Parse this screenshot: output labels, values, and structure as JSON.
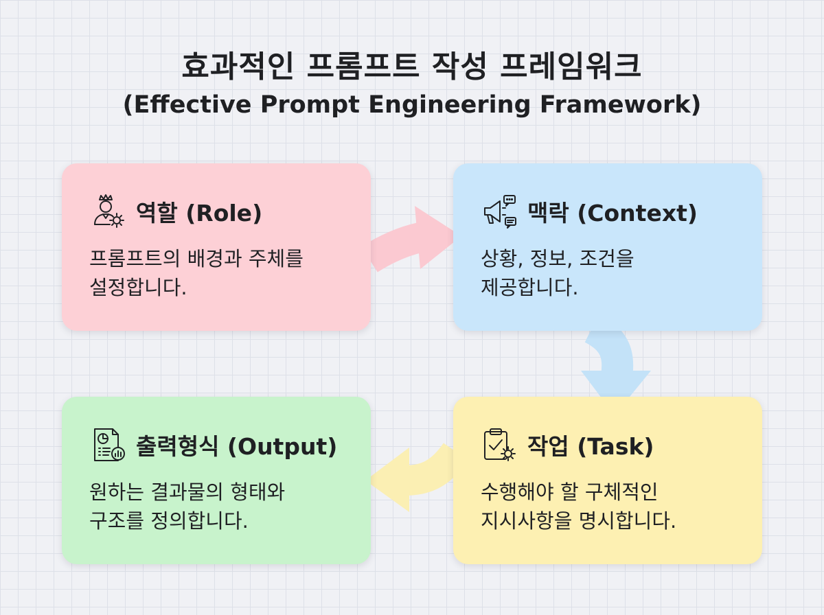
{
  "header": {
    "title": "효과적인 프롬프트 작성 프레임워크",
    "subtitle": "(Effective Prompt Engineering Framework)"
  },
  "colors": {
    "role": "#fdd0d6",
    "context": "#c9e6fb",
    "output": "#c8f3cc",
    "task": "#fdf0b2"
  },
  "cards": {
    "role": {
      "icon": "person-gear-icon",
      "title": "역할 (Role)",
      "desc_line1": "프롬프트의 배경과 주체를",
      "desc_line2": "설정합니다."
    },
    "context": {
      "icon": "megaphone-chat-icon",
      "title": "맥락 (Context)",
      "desc_line1": "상황, 정보, 조건을",
      "desc_line2": "제공합니다."
    },
    "task": {
      "icon": "clipboard-check-gear-icon",
      "title": "작업 (Task)",
      "desc_line1": "수행해야 할 구체적인",
      "desc_line2": "지시사항을 명시합니다."
    },
    "output": {
      "icon": "report-chart-icon",
      "title": "출력형식 (Output)",
      "desc_line1": "원하는 결과물의 형태와",
      "desc_line2": "구조를 정의합니다."
    }
  }
}
